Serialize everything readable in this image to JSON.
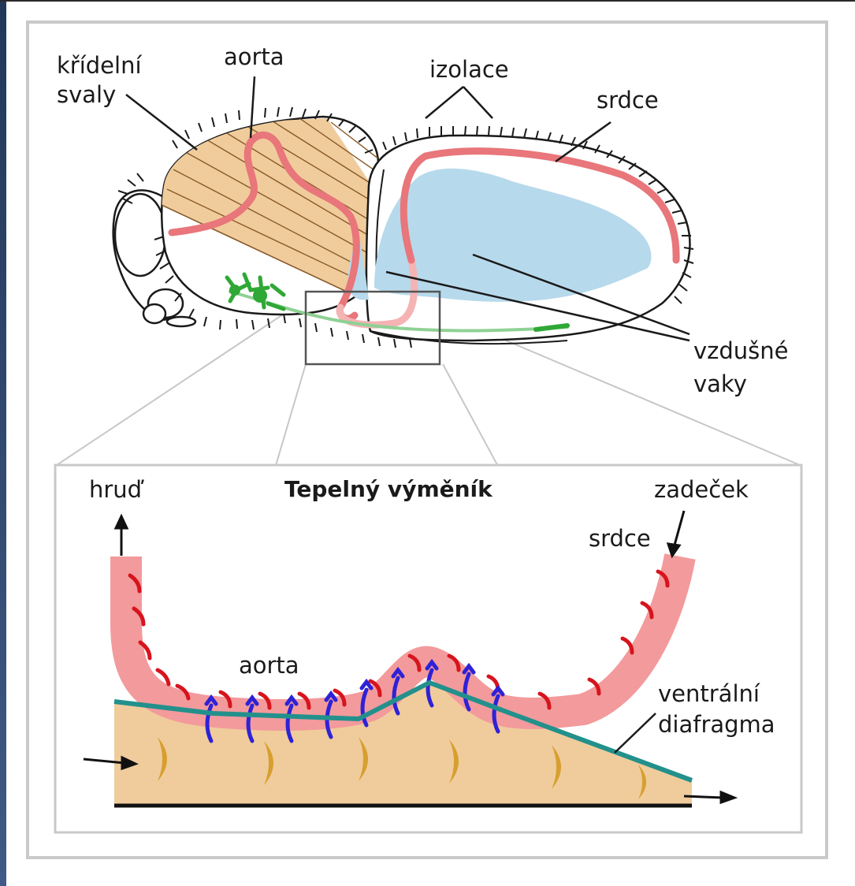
{
  "labels": {
    "wing_muscles_line1": "křídelní",
    "wing_muscles_line2": "svaly",
    "aorta_top": "aorta",
    "insulation": "izolace",
    "heart_top": "srdce",
    "air_sacs_line1": "vzdušné",
    "air_sacs_line2": "vaky"
  },
  "inset": {
    "title": "Tepelný výměník",
    "thorax": "hruď",
    "abdomen": "zadeček",
    "heart": "srdce",
    "aorta": "aorta",
    "diaphragm_line1": "ventrální",
    "diaphragm_line2": "diafragma"
  },
  "colors": {
    "muscle": "#f0cc9c",
    "aorta": "#e8767a",
    "aorta_light": "#f39a9c",
    "air_sac": "#b7d9ec",
    "nerve": "#2fa836",
    "diaphragm": "#23908c",
    "blood_arrows": "#2e22d6",
    "heat_chevrons": "#d79f2f",
    "frame": "#c9c9c9"
  }
}
